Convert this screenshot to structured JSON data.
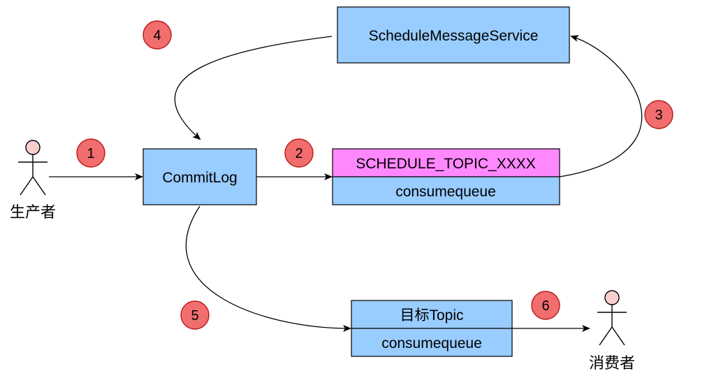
{
  "nodes": {
    "schedule_service": {
      "label": "ScheduleMessageService"
    },
    "commitlog": {
      "label": "CommitLog"
    },
    "schedule_topic": {
      "label": "SCHEDULE_TOPIC_XXXX",
      "queue_label": "consumequeue"
    },
    "target_topic": {
      "label": "目标Topic",
      "queue_label": "consumequeue"
    }
  },
  "actors": {
    "producer": {
      "label": "生产者"
    },
    "consumer": {
      "label": "消费者"
    }
  },
  "steps": [
    "1",
    "2",
    "3",
    "4",
    "5",
    "6"
  ],
  "colors": {
    "box_fill": "#99ccff",
    "topic_fill": "#ff88ff",
    "badge_fill": "#f26d6d",
    "badge_stroke": "#b71c1c",
    "actor_head": "#f8cecc",
    "stroke": "#000000"
  }
}
